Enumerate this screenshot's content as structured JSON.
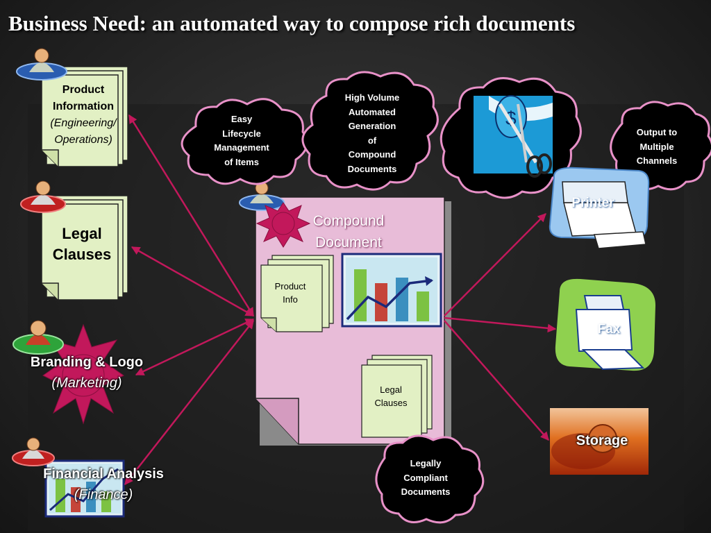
{
  "title": "Business Need:  an automated way to compose rich documents",
  "sources": {
    "product_info": {
      "line1": "Product",
      "line2": "Information",
      "line3": "(Engineering/",
      "line4": "Operations)"
    },
    "legal": {
      "line1": "Legal",
      "line2": "Clauses"
    },
    "branding": {
      "line1": "Branding & Logo",
      "line2": "(Marketing)"
    },
    "financial": {
      "line1": "Financial Analysis",
      "line2": "(Finance)"
    }
  },
  "compound_document": {
    "label_line1": "Compound",
    "label_line2": "Document",
    "product_info": {
      "line1": "Product",
      "line2": "Info"
    },
    "legal_clauses": {
      "line1": "Legal",
      "line2": "Clauses"
    }
  },
  "clouds": {
    "lifecycle": {
      "line1": "Easy",
      "line2": "Lifecycle",
      "line3": "Management",
      "line4": "of Items"
    },
    "high_volume": {
      "line1": "High Volume",
      "line2": "Automated",
      "line3": "Generation",
      "line4": "of",
      "line5": "Compound",
      "line6": "Documents"
    },
    "output": {
      "line1": "Output to",
      "line2": "Multiple",
      "line3": "Channels"
    },
    "legally": {
      "line1": "Legally",
      "line2": "Compliant",
      "line3": "Documents"
    }
  },
  "outputs": {
    "printer": "Printer",
    "fax": "Fax",
    "storage": "Storage"
  },
  "colors": {
    "arrow": "#c2185b",
    "note_fill": "#e2f0c4",
    "doc_fill": "#e8bcd8",
    "star_fill": "#c2185b",
    "cloud_stroke": "#e891c8"
  }
}
